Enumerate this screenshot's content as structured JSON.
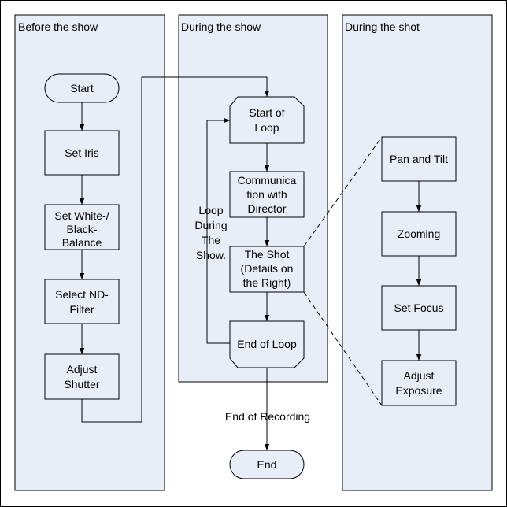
{
  "colors": {
    "fill": "#e8eef7",
    "stroke": "#000000",
    "background": "#ffffff"
  },
  "lanes": [
    {
      "id": "before",
      "title": "Before the show"
    },
    {
      "id": "during",
      "title": "During the show"
    },
    {
      "id": "shot",
      "title": "During the shot"
    }
  ],
  "nodes": {
    "start": [
      "Start"
    ],
    "set_iris": [
      "Set Iris"
    ],
    "white_black": [
      "Set White-/",
      "Black-",
      "Balance"
    ],
    "nd_filter": [
      "Select ND-",
      "Filter"
    ],
    "shutter": [
      "Adjust",
      "Shutter"
    ],
    "start_loop": [
      "Start of",
      "Loop"
    ],
    "communication": [
      "Communica",
      "tion with",
      "Director"
    ],
    "the_shot": [
      "The Shot",
      "(Details on",
      "the Right)"
    ],
    "end_loop": [
      "End of Loop"
    ],
    "end": [
      "End"
    ],
    "pan_tilt": [
      "Pan and Tilt"
    ],
    "zooming": [
      "Zooming"
    ],
    "set_focus": [
      "Set Focus"
    ],
    "exposure": [
      "Adjust",
      "Exposure"
    ]
  },
  "labels": {
    "loop_note": [
      "Loop",
      "During",
      "The",
      "Show."
    ],
    "end_recording": "End of Recording"
  }
}
